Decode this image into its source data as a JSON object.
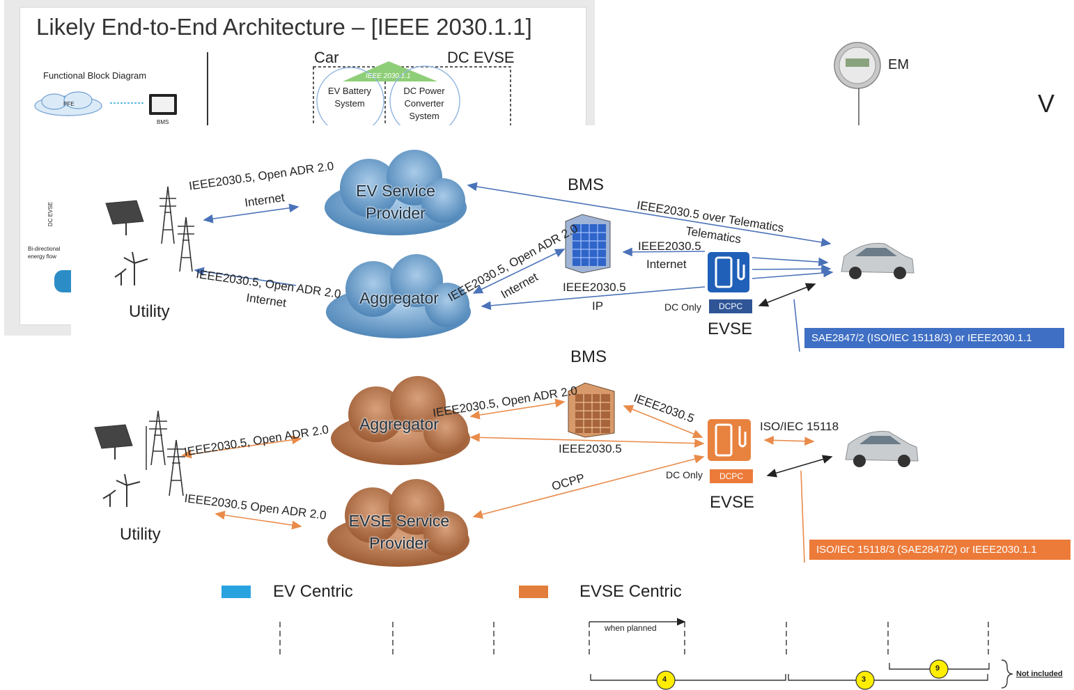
{
  "background_slide": {
    "title": "Likely End-to-End Architecture – [IEEE 2030.1.1]",
    "functional_block_diagram": "Functional Block Diagram",
    "pfe": "PFE",
    "bms_small": "BMS",
    "car": "Car",
    "dc_evse": "DC EVSE",
    "ieee_triangle": "IEEE 2030.1.1",
    "ev_battery_system": "EV Battery System",
    "dc_power_converter_system": "DC Power Converter System",
    "dc_evse_vertical": "DC EVSE",
    "bidirectional": "Bi-directional energy flow",
    "em": "EM",
    "v_letter": "V"
  },
  "ev_centric": {
    "utility": "Utility",
    "ev_service_provider": "EV Service Provider",
    "aggregator": "Aggregator",
    "bms": "BMS",
    "evse": "EVSE",
    "dcpc": "DCPC",
    "dc_only": "DC Only",
    "link_utility_esp": "IEEE2030.5, Open ADR 2.0",
    "link_utility_esp_sub": "Internet",
    "link_utility_agg": "IEEE2030.5, Open ADR 2.0",
    "link_utility_agg_sub": "Internet",
    "link_agg_bms": "IEEE2030.5, Open ADR 2.0",
    "link_agg_bms_sub": "Internet",
    "link_telematics": "IEEE2030.5  over Telematics",
    "link_telematics_sub": "Telematics",
    "link_bms_evse": "IEEE2030.5",
    "link_bms_evse_sub": "Internet",
    "link_ip": "IEEE2030.5",
    "link_ip_sub": "IP",
    "protocol_box": "SAE2847/2 (ISO/IEC 15118/3)  or  IEEE2030.1.1"
  },
  "evse_centric": {
    "utility": "Utility",
    "aggregator": "Aggregator",
    "evse_service_provider": "EVSE Service Provider",
    "bms": "BMS",
    "evse": "EVSE",
    "dcpc": "DCPC",
    "dc_only": "DC Only",
    "link_utility_agg": "IEEE2030.5, Open ADR 2.0",
    "link_utility_esp": "IEEE2030.5 Open ADR 2.0",
    "link_agg_bms": "IEEE2030.5, Open ADR 2.0",
    "link_bms_evse": "IEEE2030.5",
    "link_agg_evse": "IEEE2030.5",
    "link_ocpp": "OCPP",
    "link_evse_car": "ISO/IEC 15118",
    "protocol_box": "ISO/IEC 15118/3 (SAE2847/2)  or  IEEE2030.1.1"
  },
  "legend": {
    "ev_centric": "EV Centric",
    "evse_centric": "EVSE Centric"
  },
  "bottom": {
    "when_planned": "when planned",
    "marker_4": "4",
    "marker_3": "3",
    "marker_9": "9",
    "not_included": "Not included"
  },
  "colors": {
    "blue_arrow": "#4a72b8",
    "orange_arrow": "#e98b4a",
    "blue_box": "#3f6fc4",
    "orange_box": "#ec7b3a",
    "cloud_blue": "#6d9fcb",
    "cloud_orange": "#b8764a",
    "legend_blue": "#29a3e0",
    "legend_orange": "#e27d3b",
    "marker_yellow": "#ffee00"
  }
}
